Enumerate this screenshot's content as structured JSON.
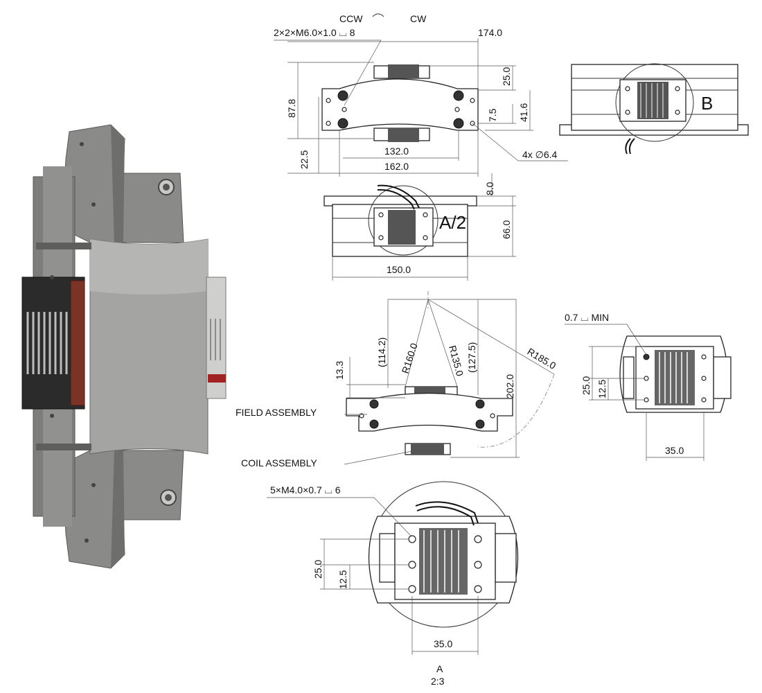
{
  "rotation": {
    "ccw": "CCW",
    "cw": "CW"
  },
  "top_view": {
    "thread_callout": "2×2×M6.0×1.0 ⌴ 8",
    "width_total": "174.0",
    "height_total": "87.8",
    "dim_25": "25.0",
    "dim_7_5": "7.5",
    "dim_41_6": "41.6",
    "dim_22_5": "22.5",
    "hole_spacing": "132.0",
    "flange_width": "162.0",
    "holes_callout": "4x ∅6.4"
  },
  "detail_b": {
    "label": "B"
  },
  "front_view": {
    "label": "A/2",
    "dim_8": "8.0",
    "dim_66": "66.0",
    "width": "150.0"
  },
  "arc_view": {
    "dim_114": "(114.2)",
    "dim_127": "(127.5)",
    "r160": "R160.0",
    "r135": "R135.0",
    "r185": "R185.0",
    "dim_202": "202.0",
    "dim_13_3": "13.3",
    "field_assembly": "FIELD ASSEMBLY",
    "coil_assembly": "COIL ASSEMBLY"
  },
  "detail_right": {
    "depth_note": "0.7 ⌴ MIN",
    "dim_25": "25.0",
    "dim_12_5": "12.5",
    "dim_35": "35.0"
  },
  "detail_a": {
    "thread_callout": "5×M4.0×0.7 ⌴ 6",
    "dim_25": "25.0",
    "dim_12_5": "12.5",
    "dim_35": "35.0",
    "label": "A",
    "scale": "2:3"
  }
}
